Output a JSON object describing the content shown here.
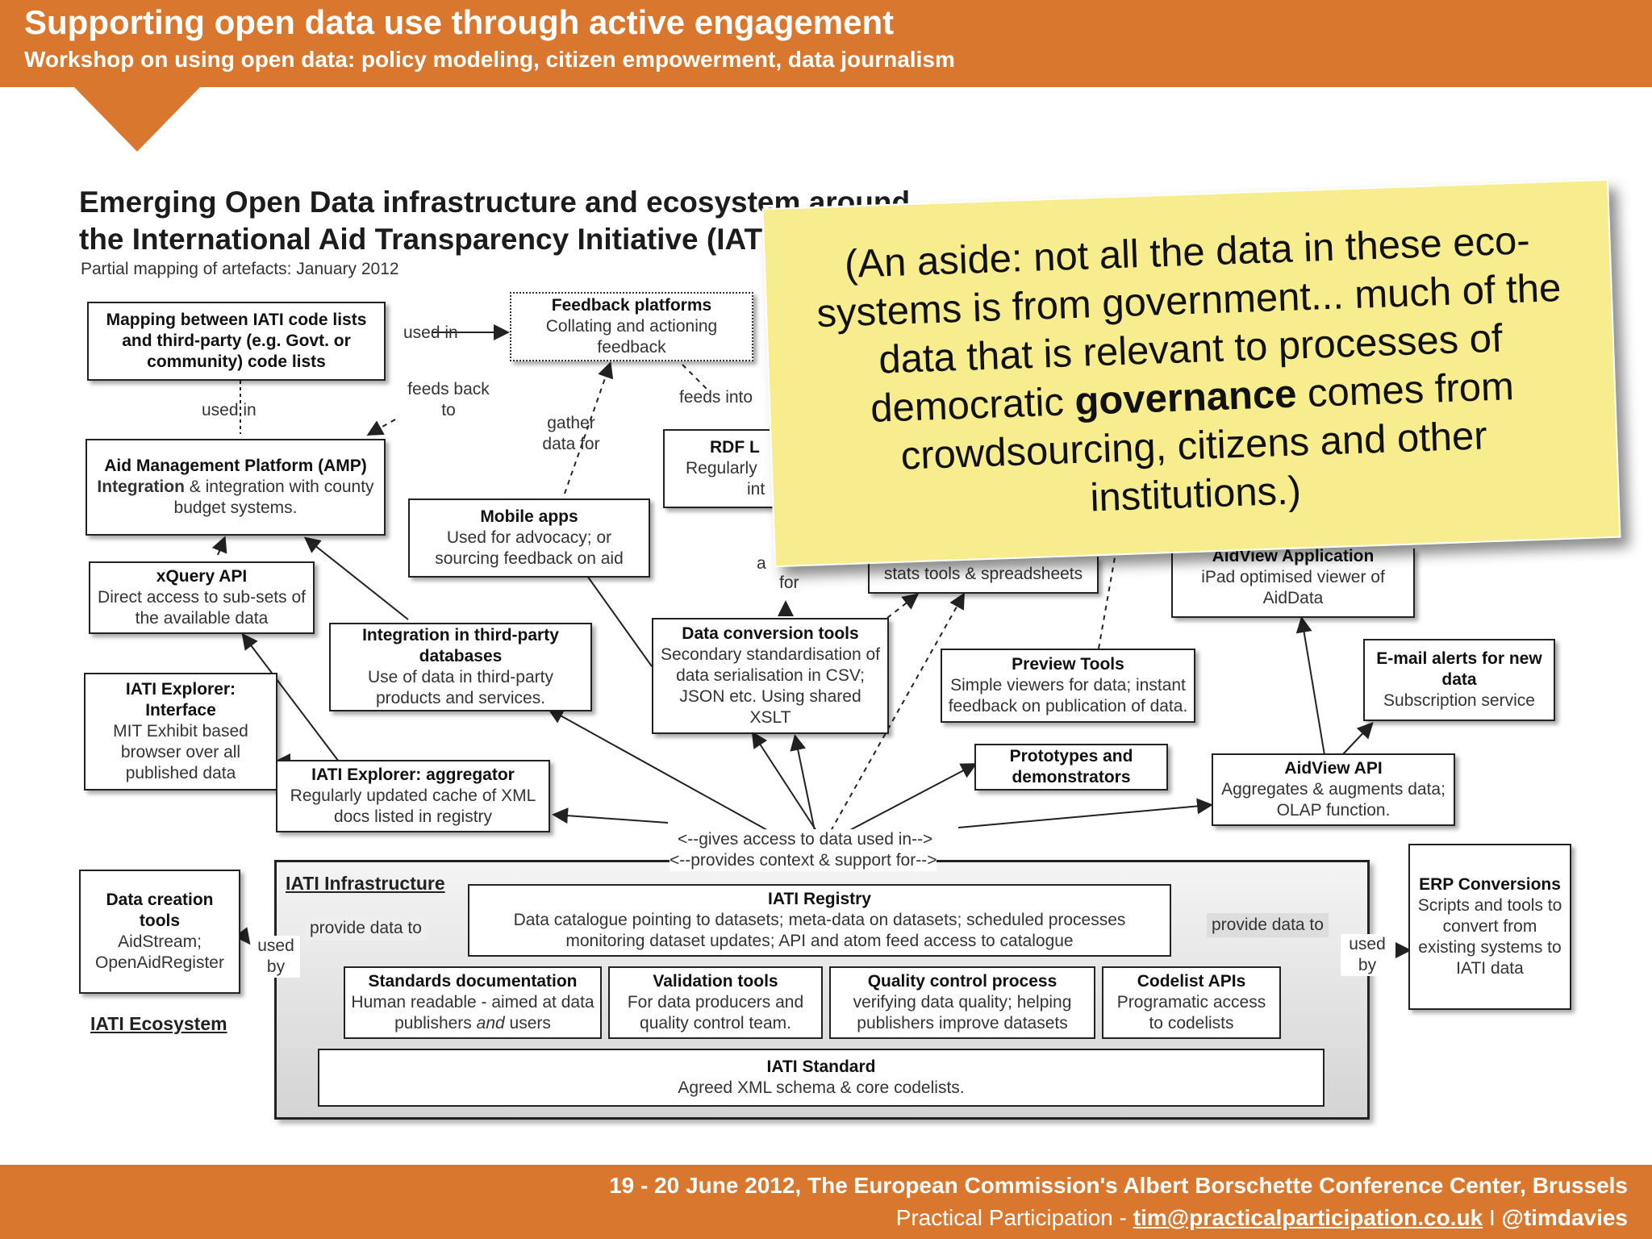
{
  "header": {
    "title": "Supporting open data use through active engagement",
    "subtitle": "Workshop on using open data: policy modeling, citizen empowerment, data journalism"
  },
  "diagram": {
    "title_line1": "Emerging Open Data infrastructure and ecosystem around",
    "title_line2": "the International Aid Transparency Initiative (IATI)",
    "caption": "Partial mapping of artefacts: January 2012",
    "boxes": {
      "mapping": {
        "title": "Mapping between IATI code lists and third-party (e.g. Govt. or community) code lists"
      },
      "feedback": {
        "title": "Feedback platforms",
        "desc": "Collating and actioning feedback"
      },
      "amp": {
        "title": "Aid Management Platform (AMP)",
        "desc_bold": "Integration",
        "desc": "& integration with county budget systems."
      },
      "rdf": {
        "title": "RDF L",
        "desc": "Regularly",
        "desc2": "int"
      },
      "mobile": {
        "title": "Mobile apps",
        "desc": "Used for advocacy; or sourcing feedback on aid"
      },
      "xquery": {
        "title": "xQuery API",
        "desc": "Direct access to sub-sets of the available data"
      },
      "thirdparty": {
        "title": "Integration in third-party databases",
        "desc": "Use of data in third-party products and services."
      },
      "conversion": {
        "title": "Data conversion tools",
        "desc": "Secondary standardisation of data serialisation in CSV; JSON etc. Using shared XSLT"
      },
      "stats": {
        "desc": "stats tools & spreadsheets"
      },
      "aidview_app": {
        "title": "AidView Application",
        "desc": "iPad optimised viewer of AidData"
      },
      "preview": {
        "title": "Preview Tools",
        "desc": "Simple viewers for data; instant feedback on publication of data."
      },
      "email": {
        "title": "E-mail alerts for new data",
        "desc": "Subscription service"
      },
      "explorer_interface": {
        "title": "IATI Explorer: Interface",
        "desc": "MIT Exhibit based browser over all published data"
      },
      "explorer_aggregator": {
        "title": "IATI Explorer: aggregator",
        "desc": "Regularly updated cache of XML docs listed in registry"
      },
      "prototypes": {
        "title": "Prototypes and demonstrators"
      },
      "aidview_api": {
        "title": "AidView API",
        "desc": "Aggregates & augments data; OLAP function."
      },
      "data_creation": {
        "title": "Data creation tools",
        "desc": "AidStream; OpenAidRegister"
      },
      "erp": {
        "title": "ERP Conversions",
        "desc": "Scripts and tools to convert from existing systems to IATI data"
      },
      "registry": {
        "title": "IATI Registry",
        "desc": "Data catalogue pointing to datasets; meta-data on datasets; scheduled processes monitoring dataset updates; API and atom feed access to catalogue"
      },
      "standards_doc": {
        "title": "Standards documentation",
        "desc": "Human readable - aimed at data publishers",
        "desc_em": "and",
        "desc_end": "users"
      },
      "validation": {
        "title": "Validation tools",
        "desc": "For data producers and quality control team."
      },
      "quality": {
        "title": "Quality control process",
        "desc": "verifying data quality; helping publishers improve datasets"
      },
      "codelist": {
        "title": "Codelist APIs",
        "desc": "Programatic access to codelists"
      },
      "standard": {
        "title": "IATI Standard",
        "desc": "Agreed XML schema & core codelists."
      }
    },
    "labels": {
      "used_in_1": "used in",
      "feeds_back_to": "feeds back to",
      "used_in_2": "used in",
      "gather_data_for": "gather data for",
      "feeds_into": "feeds into",
      "a": "a",
      "for": "for",
      "gives_access": "<--gives access to data used in-->",
      "provides_context": "<--provides context & support for-->",
      "provide_data_to_left": "provide data to",
      "provide_data_to_right": "provide data to",
      "used_by_left": "used by",
      "used_by_right": "used by",
      "infrastructure": "IATI Infrastructure",
      "ecosystem": "IATI Ecosystem"
    }
  },
  "note": {
    "text_before": "(An aside: not all the data in these eco-systems is from government... much of the data that is relevant to processes of democratic ",
    "text_bold": "governance",
    "text_after": " comes from crowdsourcing, citizens and other institutions.)"
  },
  "footer": {
    "line1": "19 - 20 June 2012, The European Commission's Albert Borschette Conference Center, Brussels",
    "org": "Practical Participation - ",
    "email": "tim@practicalparticipation.co.uk",
    "sep": " I ",
    "handle": "@timdavies"
  }
}
